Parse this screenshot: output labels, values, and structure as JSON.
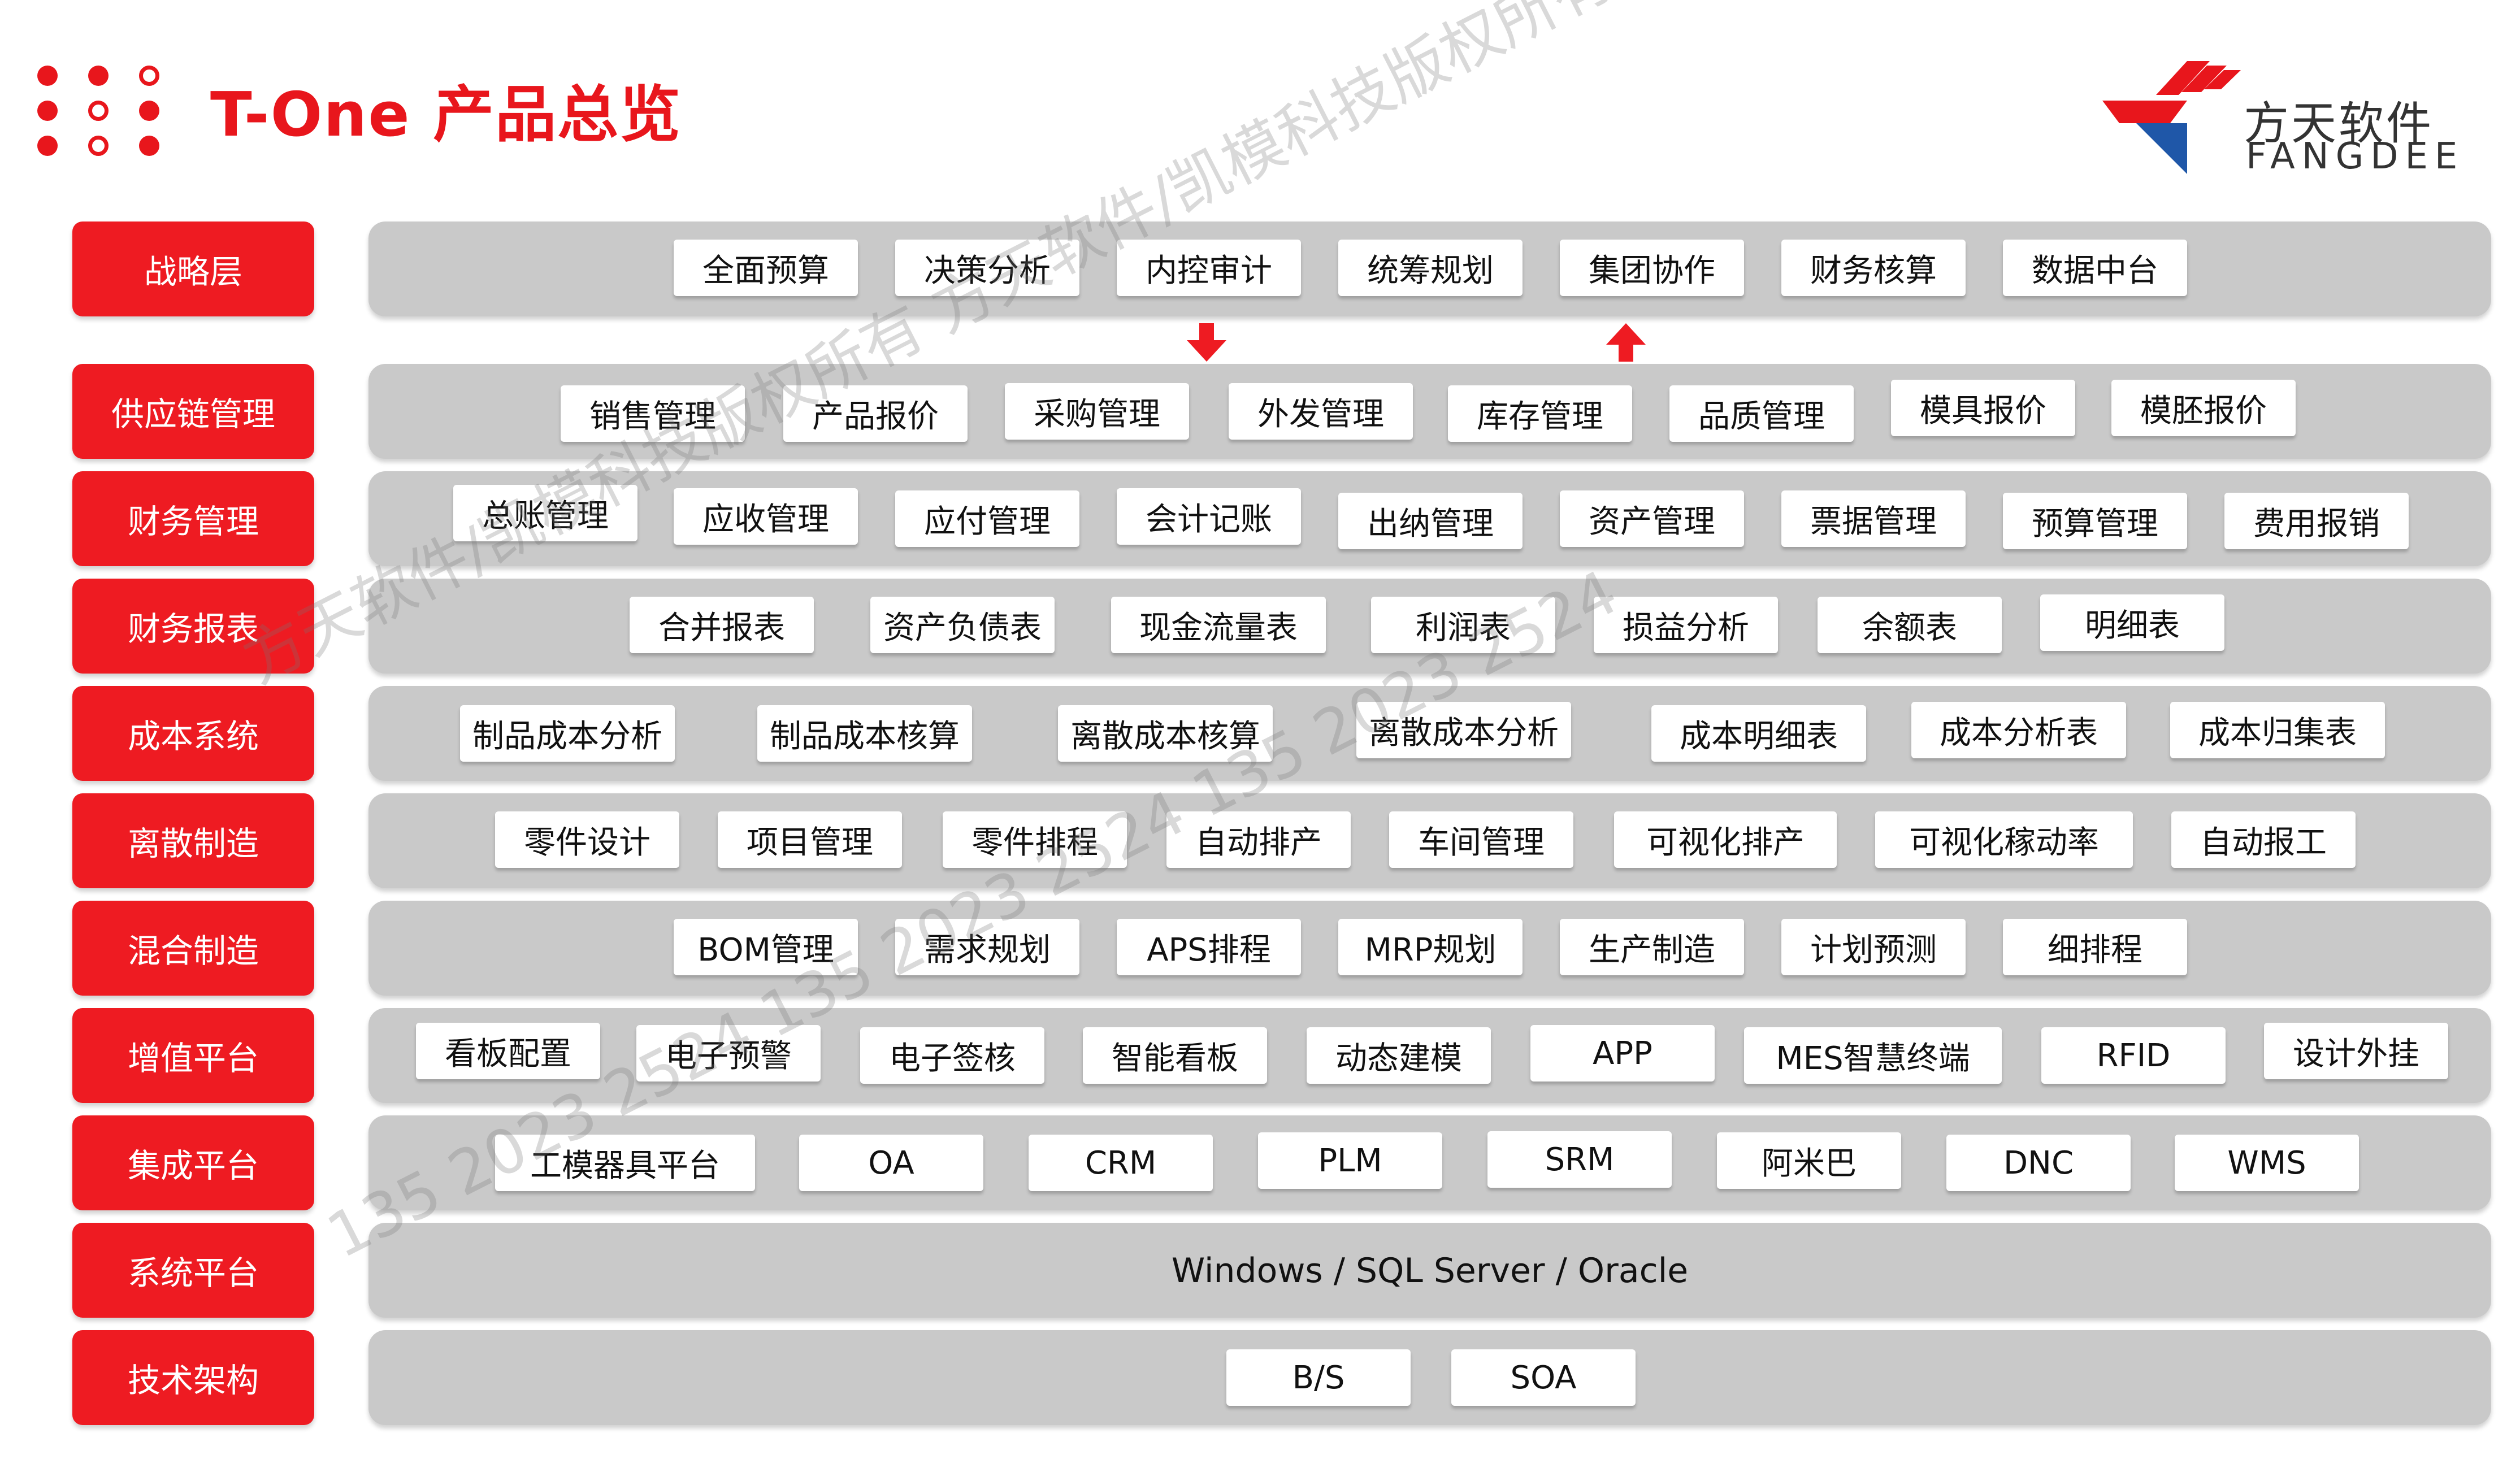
{
  "title": "T-One 产品总览",
  "logo": {
    "cn": "方天软件",
    "en": "FANGDEE"
  },
  "colors": {
    "accent": "#ee1b22",
    "band": "#c9c9c9"
  },
  "rows": [
    {
      "label": "战略层",
      "items": [
        "全面预算",
        "决策分析",
        "内控审计",
        "统筹规划",
        "集团协作",
        "财务核算",
        "数据中台"
      ]
    },
    {
      "label": "供应链管理",
      "items": [
        "销售管理",
        "产品报价",
        "采购管理",
        "外发管理",
        "库存管理",
        "品质管理",
        "模具报价",
        "模胚报价"
      ]
    },
    {
      "label": "财务管理",
      "items": [
        "总账管理",
        "应收管理",
        "应付管理",
        "会计记账",
        "出纳管理",
        "资产管理",
        "票据管理",
        "预算管理",
        "费用报销"
      ]
    },
    {
      "label": "财务报表",
      "items": [
        "合并报表",
        "资产负债表",
        "现金流量表",
        "利润表",
        "损益分析",
        "余额表",
        "明细表"
      ]
    },
    {
      "label": "成本系统",
      "items": [
        "制品成本分析",
        "制品成本核算",
        "离散成本核算",
        "离散成本分析",
        "成本明细表",
        "成本分析表",
        "成本归集表"
      ]
    },
    {
      "label": "离散制造",
      "items": [
        "零件设计",
        "项目管理",
        "零件排程",
        "自动排产",
        "车间管理",
        "可视化排产",
        "可视化稼动率",
        "自动报工"
      ]
    },
    {
      "label": "混合制造",
      "items": [
        "BOM管理",
        "需求规划",
        "APS排程",
        "MRP规划",
        "生产制造",
        "计划预测",
        "细排程"
      ]
    },
    {
      "label": "增值平台",
      "items": [
        "看板配置",
        "电子预警",
        "电子签核",
        "智能看板",
        "动态建模",
        "APP",
        "MES智慧终端",
        "RFID",
        "设计外挂"
      ]
    },
    {
      "label": "集成平台",
      "items": [
        "工模器具平台",
        "OA",
        "CRM",
        "PLM",
        "SRM",
        "阿米巴",
        "DNC",
        "WMS"
      ]
    },
    {
      "label": "系统平台",
      "text": "Windows / SQL Server / Oracle"
    },
    {
      "label": "技术架构",
      "items": [
        "B/S",
        "SOA"
      ]
    }
  ],
  "watermark": [
    "方天软件/凯模科技版权所有 方天软件/凯模科技版权所有",
    "135 2023 2524 135 2023 2524 135 2023 2524"
  ]
}
